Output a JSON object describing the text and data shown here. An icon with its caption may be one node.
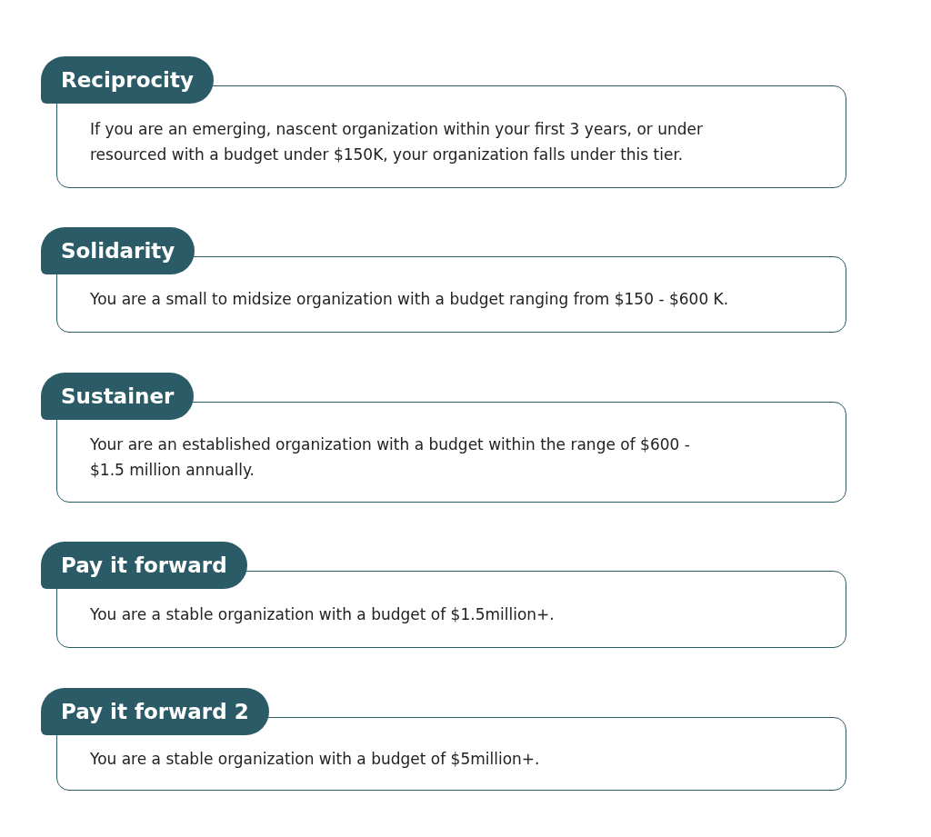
{
  "diagram": {
    "nodes": [
      {
        "text": [
          "Reciprocity"
        ]
      },
      {
        "text": [
          "If you are an emerging, nascent organization within your first 3 years, or under resourced with a budget under $150K, your organization falls under this tier."
        ]
      },
      {
        "text": [
          "Solidarity"
        ]
      },
      {
        "text": [
          "You are a small to midsize organization with a budget ranging from $150 - $600 K."
        ]
      },
      {
        "text": [
          "Sustainer"
        ]
      },
      {
        "text": [
          "Your are an established organization with a budget within the range of $600 - $1.5 million annually."
        ]
      },
      {
        "text": [
          "Pay it forward"
        ]
      },
      {
        "text": [
          "You are a stable organization with a budget of $1.5million+."
        ]
      },
      {
        "text": [
          "Pay it forward 2"
        ]
      },
      {
        "text": [
          "You are a stable organization with a budget of $5million+."
        ]
      }
    ]
  }
}
